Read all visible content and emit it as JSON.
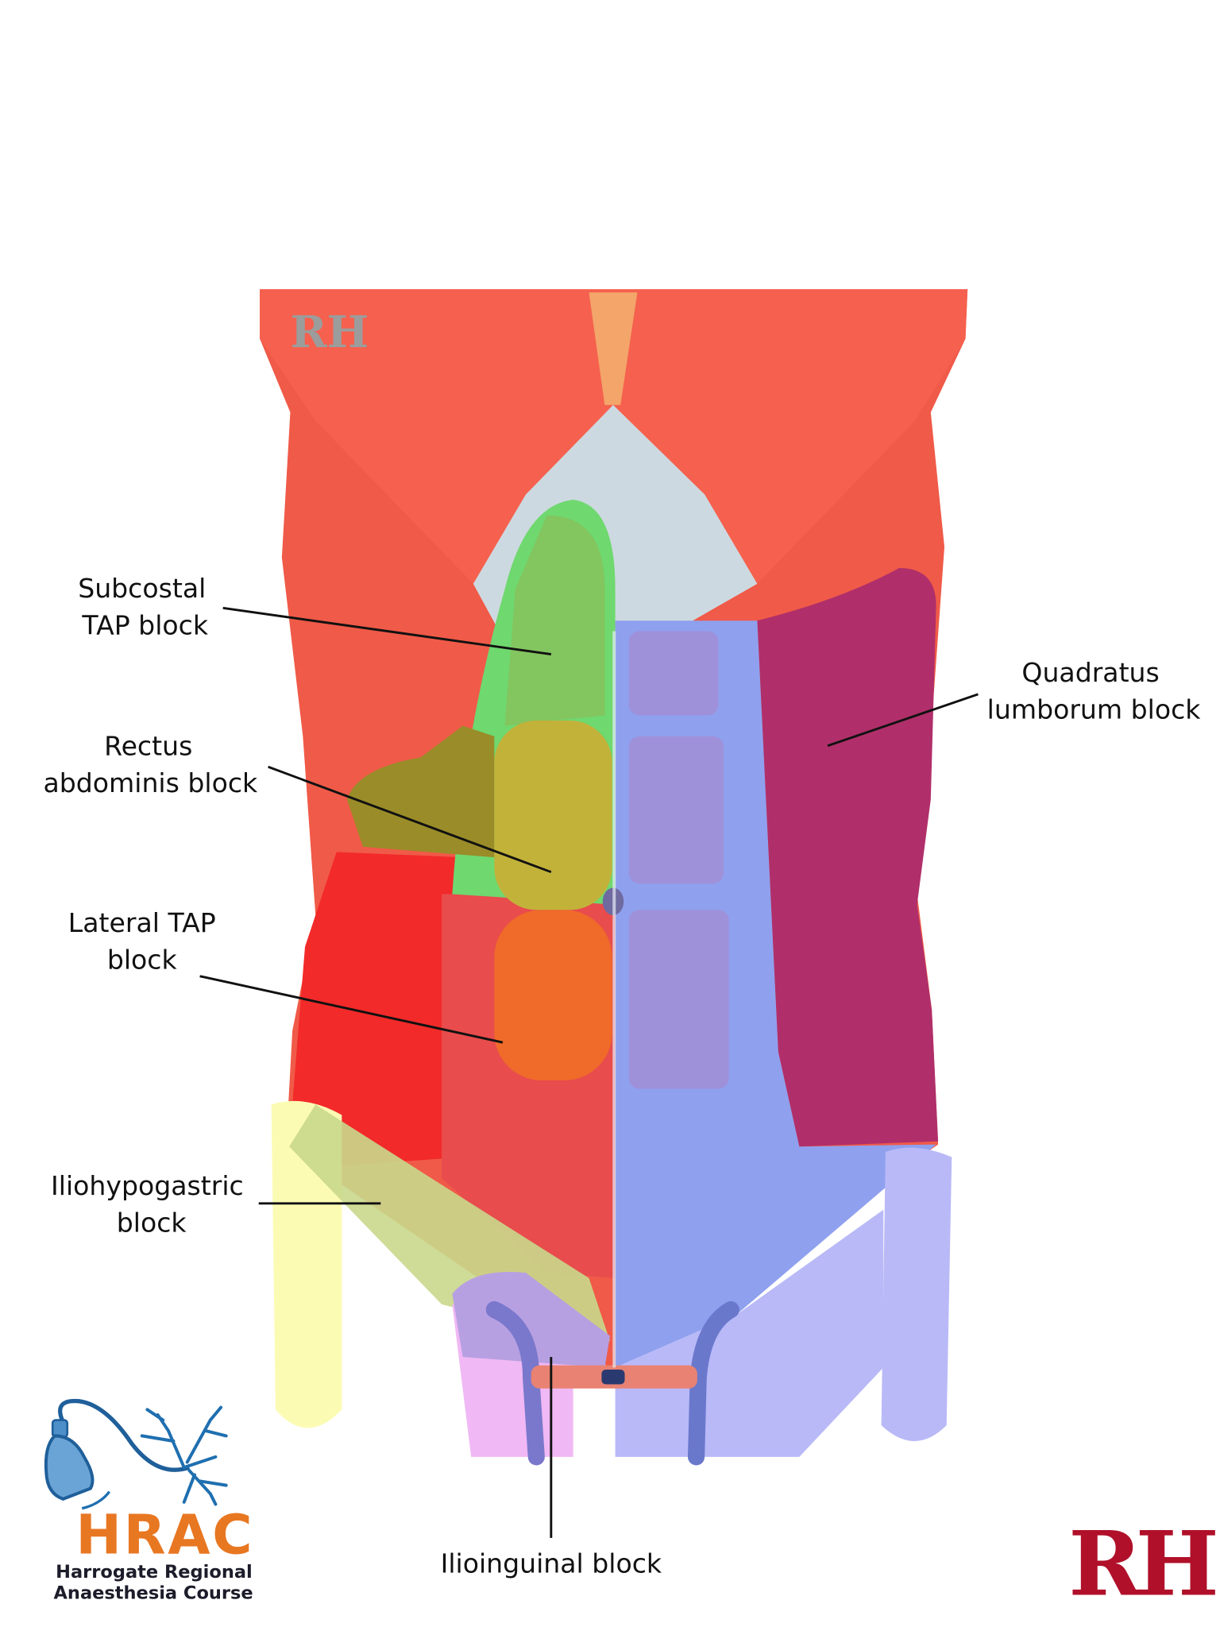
{
  "labels": {
    "subcostal": [
      "Subcostal",
      "TAP block"
    ],
    "rectus": [
      "Rectus",
      "abdominis block"
    ],
    "lateral_tap": [
      "Lateral TAP",
      "block"
    ],
    "iliohypogastric": [
      "Iliohypogastric",
      "block"
    ],
    "quadratus": [
      "Quadratus",
      "lumborum block"
    ],
    "ilioinguinal": "Ilioinguinal block"
  },
  "logo": {
    "acronym": "HRAC",
    "line1": "Harrogate Regional",
    "line2": "Anaesthesia Course",
    "acronym_color": "#e87722",
    "icon_color": "#1f6fb0"
  },
  "watermarks": {
    "top_left": "RH",
    "bottom_right": "RH",
    "bottom_right_color": "#b0102a"
  },
  "region_colors": {
    "subcostal_tap": "#6fd86f",
    "rectus_abdominis": "#c2b23a",
    "lateral_tap": "#f22a2a",
    "iliohypogastric": "#fcfbb4",
    "quadratus_lumborum": "#b02f6a",
    "ilioinguinal": "#f0b8f4",
    "transversalis": "#8fa0ee"
  }
}
